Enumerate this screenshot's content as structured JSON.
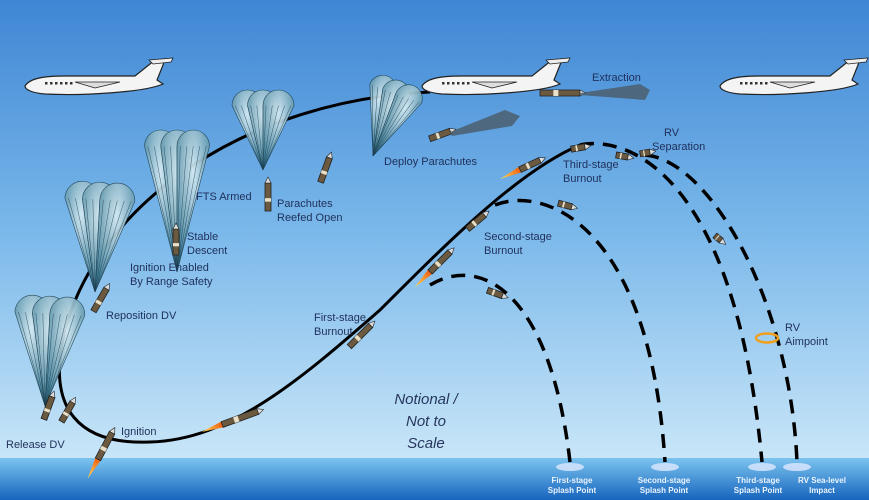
{
  "title": "Air-launch target vehicle flight profile",
  "labels": {
    "extraction": "Extraction",
    "rv_separation_1": "RV",
    "rv_separation_2": "Separation",
    "deploy_parachutes": "Deploy Parachutes",
    "third_burnout_1": "Third-stage",
    "third_burnout_2": "Burnout",
    "fts_armed": "FTS Armed",
    "reefed_1": "Parachutes",
    "reefed_2": "Reefed Open",
    "stable_1": "Stable",
    "stable_2": "Descent",
    "ignition_enabled_1": "Ignition Enabled",
    "ignition_enabled_2": "By Range Safety",
    "second_burnout_1": "Second-stage",
    "second_burnout_2": "Burnout",
    "reposition": "Reposition DV",
    "first_burnout_1": "First-stage",
    "first_burnout_2": "Burnout",
    "rv_aimpoint_1": "RV",
    "rv_aimpoint_2": "Aimpoint",
    "notional_1": "Notional /",
    "notional_2": "Not to Scale",
    "ignition": "Ignition",
    "release": "Release DV"
  },
  "splash": {
    "first_1": "First-stage",
    "first_2": "Splash Point",
    "second_1": "Second-stage",
    "second_2": "Splash Point",
    "third_1": "Third-stage",
    "third_2": "Splash Point",
    "rv_1": "RV Sea-level",
    "rv_2": "Impact"
  },
  "colors": {
    "trajectory": "#000000",
    "label": "#1f2f5a",
    "aimpoint": "#f0a020",
    "flame": "#f08020"
  }
}
